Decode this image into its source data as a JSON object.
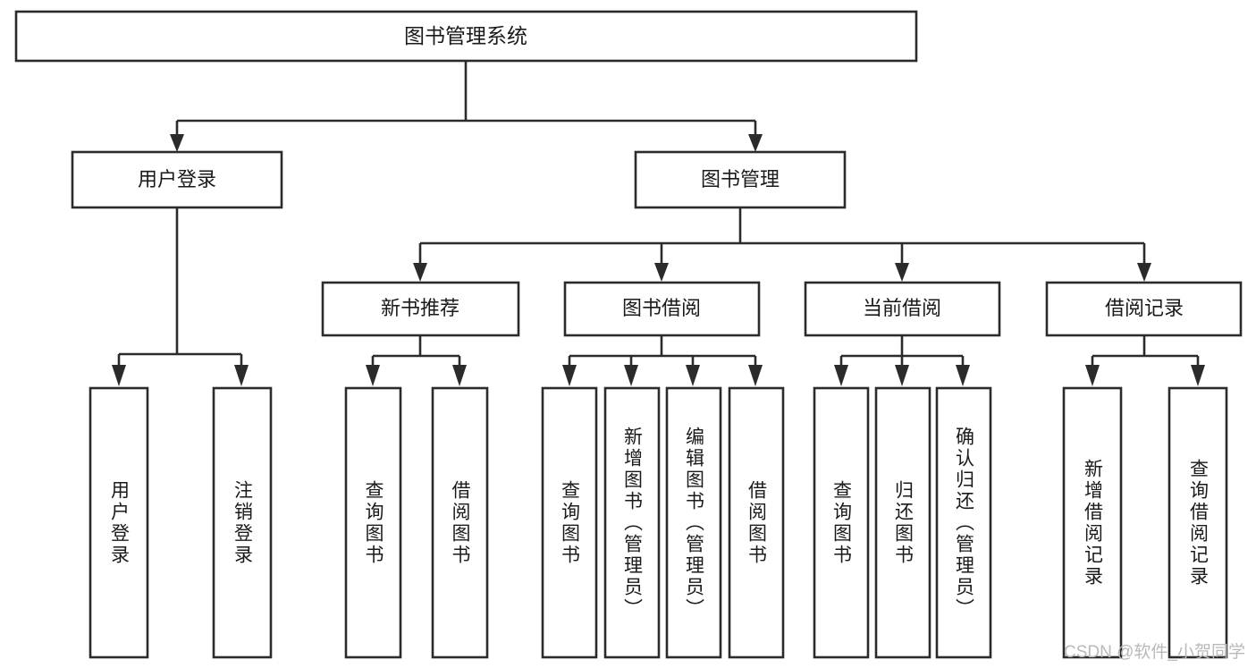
{
  "diagram": {
    "type": "tree",
    "title": "图书管理系统",
    "watermark": "CSDN @软件_小贺同学",
    "levels": {
      "root": {
        "label": "图书管理系统"
      },
      "level2": [
        {
          "id": "user-login",
          "label": "用户登录"
        },
        {
          "id": "book-manage",
          "label": "图书管理"
        }
      ],
      "level3": [
        {
          "id": "new-book-rec",
          "label": "新书推荐",
          "parent": "book-manage"
        },
        {
          "id": "book-borrow",
          "label": "图书借阅",
          "parent": "book-manage"
        },
        {
          "id": "current-borrow",
          "label": "当前借阅",
          "parent": "book-manage"
        },
        {
          "id": "borrow-record",
          "label": "借阅记录",
          "parent": "book-manage"
        }
      ],
      "leaves": [
        {
          "id": "leaf-user-login",
          "label": "用户登录",
          "parent": "user-login"
        },
        {
          "id": "leaf-user-logout",
          "label": "注销登录",
          "parent": "user-login"
        },
        {
          "id": "leaf-query-book-1",
          "label": "查询图书",
          "parent": "new-book-rec"
        },
        {
          "id": "leaf-borrow-book-1",
          "label": "借阅图书",
          "parent": "new-book-rec"
        },
        {
          "id": "leaf-query-book-2",
          "label": "查询图书",
          "parent": "book-borrow"
        },
        {
          "id": "leaf-add-book",
          "label": "新增图书（管理员）",
          "parent": "book-borrow"
        },
        {
          "id": "leaf-edit-book",
          "label": "编辑图书（管理员）",
          "parent": "book-borrow"
        },
        {
          "id": "leaf-borrow-book-2",
          "label": "借阅图书",
          "parent": "book-borrow"
        },
        {
          "id": "leaf-query-book-3",
          "label": "查询图书",
          "parent": "current-borrow"
        },
        {
          "id": "leaf-return-book",
          "label": "归还图书",
          "parent": "current-borrow"
        },
        {
          "id": "leaf-confirm-return",
          "label": "确认归还（管理员）",
          "parent": "current-borrow"
        },
        {
          "id": "leaf-add-record",
          "label": "新增借阅记录",
          "parent": "borrow-record"
        },
        {
          "id": "leaf-query-record",
          "label": "查询借阅记录",
          "parent": "borrow-record"
        }
      ]
    },
    "colors": {
      "stroke": "#2b2b2b",
      "fill": "#ffffff",
      "text": "#1a1a1a",
      "watermark": "#b9b9b9"
    }
  }
}
